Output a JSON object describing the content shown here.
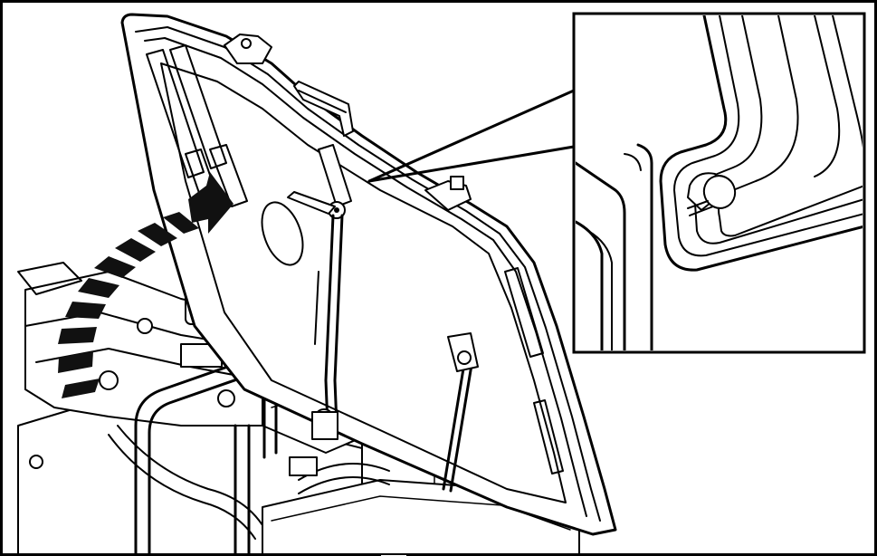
{
  "figure": {
    "kind": "technical-line-illustration",
    "subject": "raised-hood-with-prop-rod",
    "callout": "magnified-detail-of-hood-latch-pin",
    "motion_indicator": "dashed-curved-arrow",
    "colors": {
      "line": "#000000",
      "background": "#ffffff",
      "arrow_fill": "#111111"
    }
  }
}
